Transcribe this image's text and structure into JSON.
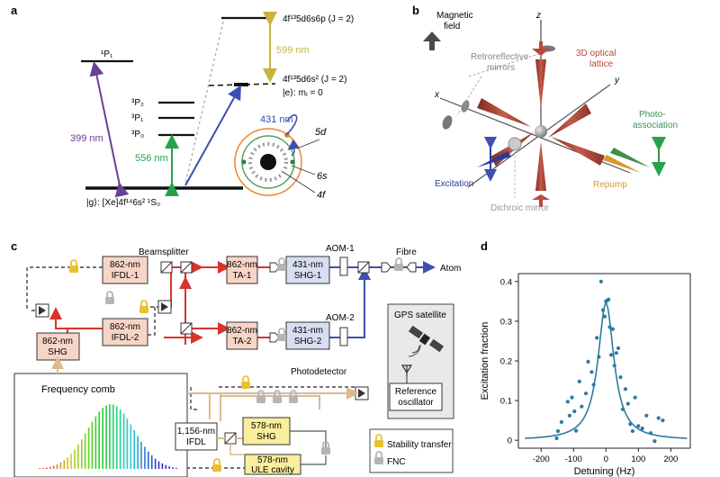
{
  "panels": {
    "a": "a",
    "b": "b",
    "c": "c",
    "d": "d"
  },
  "panel_a": {
    "level_1P1": "¹P₁",
    "level_3P2": "³P₂",
    "level_3P1": "³P₁",
    "level_3P0": "³P₀",
    "ground_state": "|g⟩: [Xe]4f¹⁴6s² ¹S₀",
    "upper_state": "4f¹³5d6s6p (J = 2)",
    "excited_state": "4f¹³5d6s² (J = 2)",
    "excited_sub": "|e⟩: mⱼ = 0",
    "wl_399": "399 nm",
    "wl_556": "556 nm",
    "wl_431": "431 nm",
    "wl_599": "599 nm",
    "orbital_5d": "5d",
    "orbital_6s": "6s",
    "orbital_4f": "4f",
    "colors": {
      "violet": "#6b3f95",
      "green": "#27a24a",
      "blue": "#3d4fb0",
      "gold": "#c8b43c",
      "orange": "#e88a2c"
    }
  },
  "panel_b": {
    "z_axis": "z",
    "x_axis": "x",
    "y_axis": "y",
    "magnetic_field": "Magnetic field",
    "retro_mirrors": "Retroreflective mirrors",
    "lattice": "3D optical lattice",
    "photo_association": "Photo-association",
    "excitation": "Excitation",
    "repump": "Repump",
    "dichroic": "Dichroic mirror",
    "colors": {
      "lattice": "#b8493c",
      "photo": "#3f8f4f",
      "excitation": "#2b3a9e",
      "repump": "#d59a2b",
      "grey": "#9a9a9a"
    }
  },
  "panel_c": {
    "beamsplitter": "Beamsplitter",
    "ifdl1": "862-nm IFDL-1",
    "ifdl2": "862-nm IFDL-2",
    "ta1": "862-nm TA-1",
    "ta2": "862-nm TA-2",
    "shg1": "431-nm SHG-1",
    "shg2": "431-nm SHG-2",
    "aom1": "AOM-1",
    "aom2": "AOM-2",
    "fibre": "Fibre",
    "atom": "Atom",
    "shg862": "862-nm SHG",
    "freq_comb": "Frequency comb",
    "photodetector": "Photodetector",
    "gps": "GPS satellite",
    "reference": "Reference oscillator",
    "ifdl1156": "1,156-nm IFDL",
    "shg578": "578-nm SHG",
    "ule": "578-nm ULE cavity",
    "legend_stability": "Stability transfer",
    "legend_fnc": "FNC",
    "colors": {
      "red": "#d9342b",
      "blue": "#3d4fb0",
      "peach": "#f7d5c6",
      "yellow": "#f9ee9c",
      "lock": "#e9c12e",
      "fnc": "#b5b5b5",
      "beige": "#e0b98c"
    }
  },
  "chart_data": {
    "type": "scatter",
    "title": "",
    "xlabel": "Detuning (Hz)",
    "ylabel": "Excitation fraction",
    "xlim": [
      -270,
      260
    ],
    "ylim": [
      -0.02,
      0.42
    ],
    "x_ticks": [
      "-200",
      "-100",
      "0",
      "100",
      "200"
    ],
    "y_ticks": [
      "0",
      "0.1",
      "0.2",
      "0.3",
      "0.4"
    ],
    "grid": false,
    "series": [
      {
        "kind": "points",
        "color": "#2d7aa1",
        "points": [
          [
            -152,
            0.005
          ],
          [
            -148,
            0.023
          ],
          [
            -137,
            0.046
          ],
          [
            -118,
            0.097
          ],
          [
            -112,
            0.062
          ],
          [
            -105,
            0.108
          ],
          [
            -97,
            0.073
          ],
          [
            -92,
            0.024
          ],
          [
            -82,
            0.148
          ],
          [
            -75,
            0.085
          ],
          [
            -62,
            0.118
          ],
          [
            -55,
            0.198
          ],
          [
            -44,
            0.172
          ],
          [
            -38,
            0.14
          ],
          [
            -28,
            0.258
          ],
          [
            -22,
            0.21
          ],
          [
            -15,
            0.4
          ],
          [
            -9,
            0.328
          ],
          [
            -4,
            0.312
          ],
          [
            0,
            0.35
          ],
          [
            4,
            0.352
          ],
          [
            8,
            0.355
          ],
          [
            12,
            0.285
          ],
          [
            16,
            0.215
          ],
          [
            21,
            0.28
          ],
          [
            26,
            0.188
          ],
          [
            32,
            0.22
          ],
          [
            38,
            0.232
          ],
          [
            45,
            0.159
          ],
          [
            52,
            0.078
          ],
          [
            60,
            0.129
          ],
          [
            68,
            0.092
          ],
          [
            75,
            0.041
          ],
          [
            82,
            0.023
          ],
          [
            90,
            0.108
          ],
          [
            100,
            0.036
          ],
          [
            112,
            0.03
          ],
          [
            125,
            0.062
          ],
          [
            138,
            0.018
          ],
          [
            150,
            -0.002
          ],
          [
            162,
            0.056
          ],
          [
            175,
            0.05
          ]
        ]
      },
      {
        "kind": "fit",
        "color": "#2d7aa1",
        "model": "lorentzian",
        "amplitude": 0.345,
        "center": 0,
        "hwhm": 30,
        "offset": 0.0
      }
    ]
  }
}
